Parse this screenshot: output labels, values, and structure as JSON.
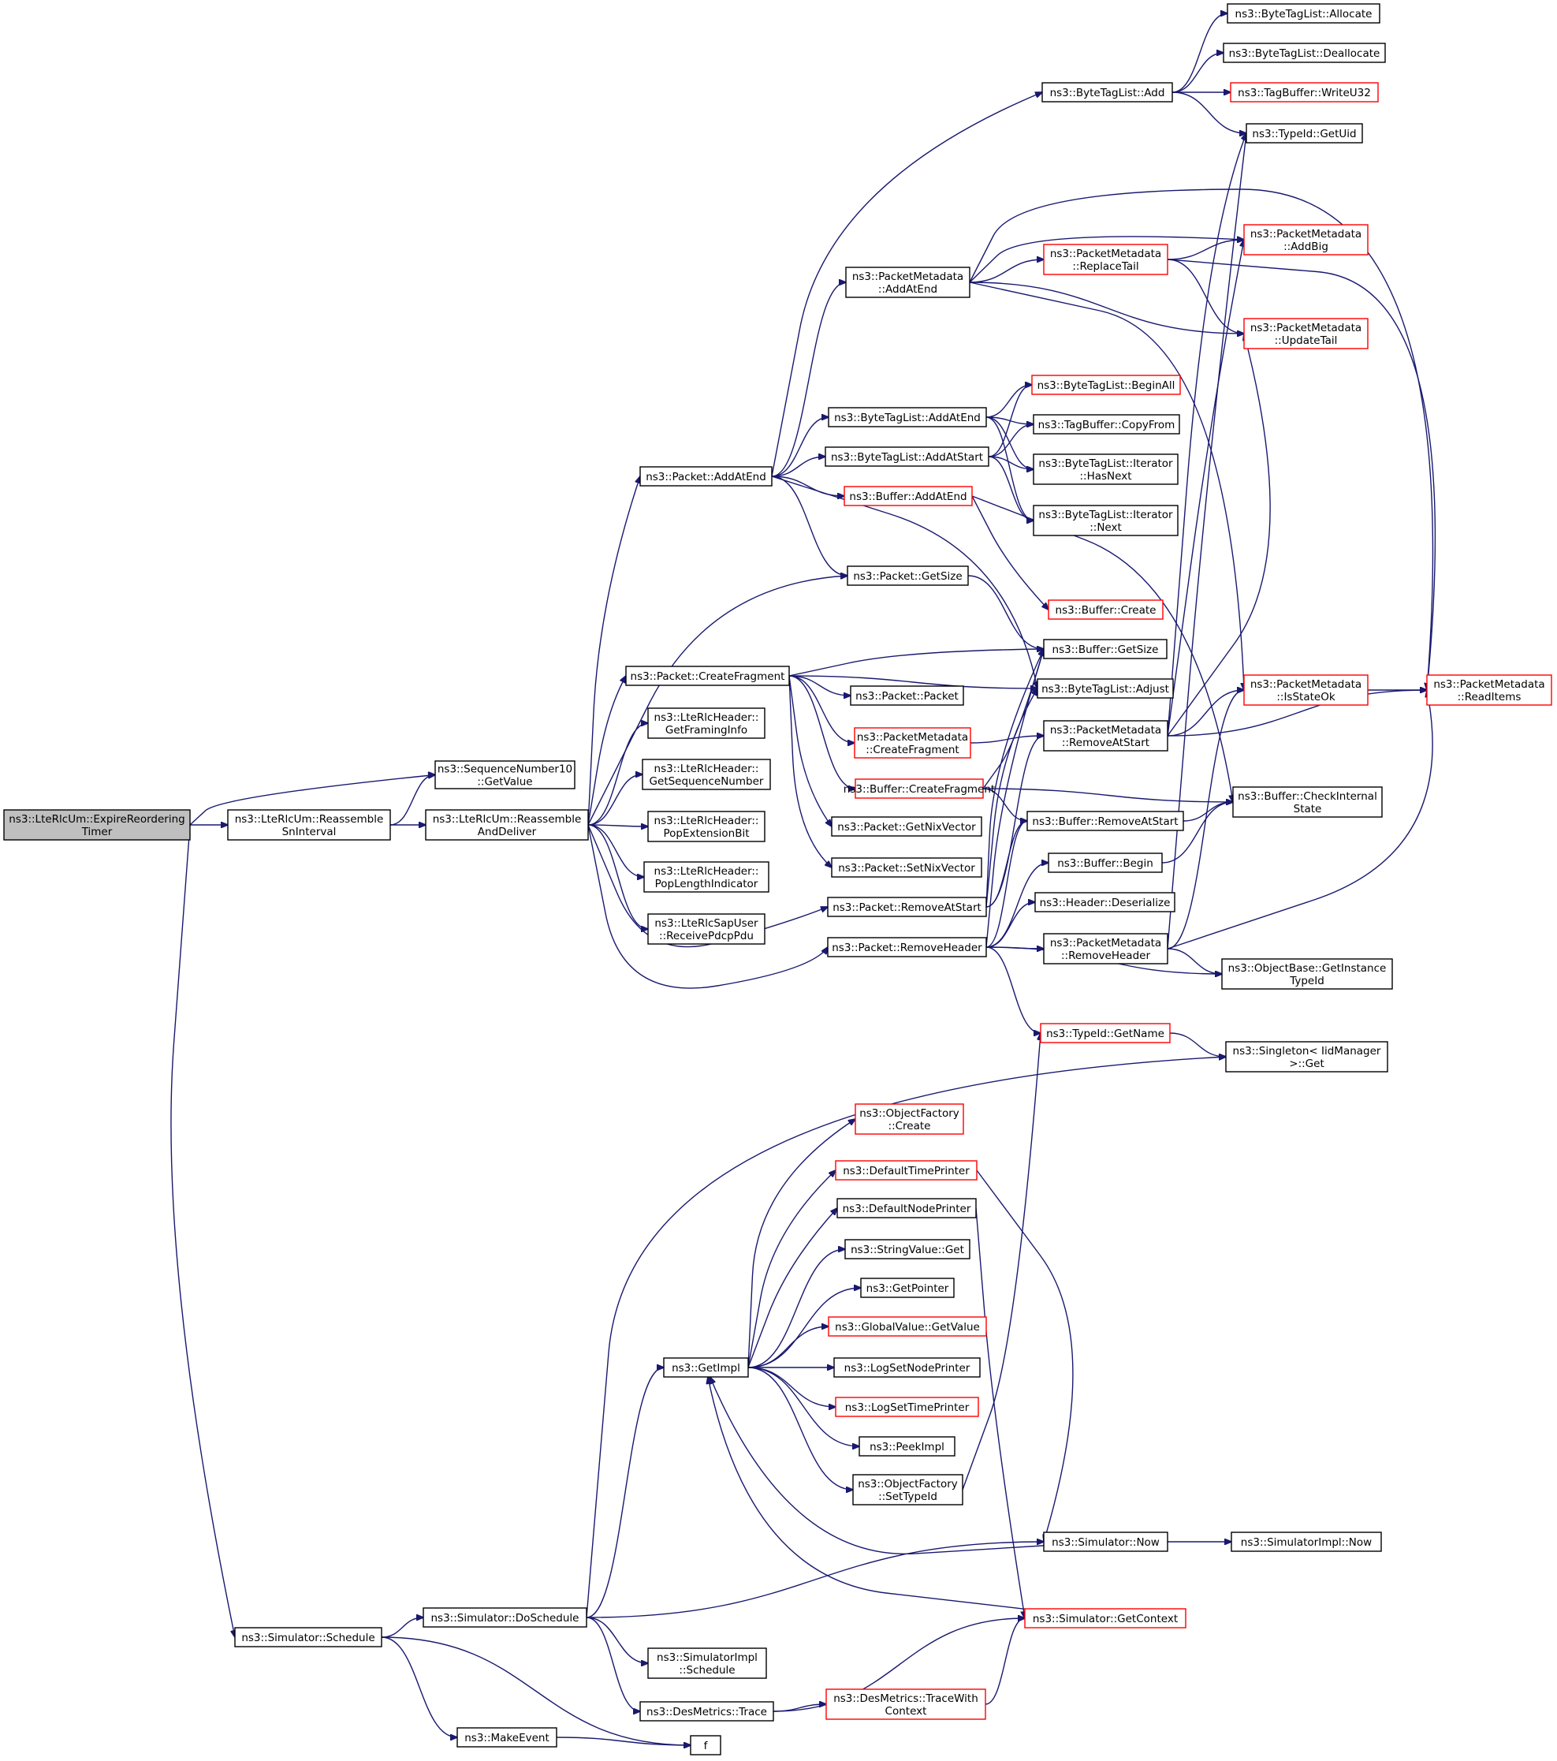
{
  "diagram": {
    "type": "call-graph",
    "colors": {
      "edge": "#191970",
      "root_fill": "#bfbfbf",
      "truncated_border": "#ff0000",
      "node_border": "#000000"
    },
    "nodes": [
      {
        "id": "expire",
        "lines": [
          "ns3::LteRlcUm::ExpireReordering",
          "Timer"
        ],
        "style": "root"
      },
      {
        "id": "seqget",
        "lines": [
          "ns3::SequenceNumber10",
          "::GetValue"
        ],
        "style": "normal"
      },
      {
        "id": "reasm",
        "lines": [
          "ns3::LteRlcUm::Reassemble",
          "SnInterval"
        ],
        "style": "normal"
      },
      {
        "id": "deliver",
        "lines": [
          "ns3::LteRlcUm::Reassemble",
          "AndDeliver"
        ],
        "style": "normal"
      },
      {
        "id": "sched",
        "lines": [
          "ns3::Simulator::Schedule"
        ],
        "style": "normal"
      },
      {
        "id": "pkaddend",
        "lines": [
          "ns3::Packet::AddAtEnd"
        ],
        "style": "normal"
      },
      {
        "id": "pkfrag",
        "lines": [
          "ns3::Packet::CreateFragment"
        ],
        "style": "normal"
      },
      {
        "id": "hdrframing",
        "lines": [
          "ns3::LteRlcHeader::",
          "GetFramingInfo"
        ],
        "style": "normal"
      },
      {
        "id": "hdrseq",
        "lines": [
          "ns3::LteRlcHeader::",
          "GetSequenceNumber"
        ],
        "style": "normal"
      },
      {
        "id": "hdrpopext",
        "lines": [
          "ns3::LteRlcHeader::",
          "PopExtensionBit"
        ],
        "style": "normal"
      },
      {
        "id": "hdrpoplen",
        "lines": [
          "ns3::LteRlcHeader::",
          "PopLengthIndicator"
        ],
        "style": "normal"
      },
      {
        "id": "sapuser",
        "lines": [
          "ns3::LteRlcSapUser",
          "::ReceivePdcpPdu"
        ],
        "style": "normal"
      },
      {
        "id": "btladd",
        "lines": [
          "ns3::ByteTagList::Add"
        ],
        "style": "normal"
      },
      {
        "id": "pmaddend",
        "lines": [
          "ns3::PacketMetadata",
          "::AddAtEnd"
        ],
        "style": "normal"
      },
      {
        "id": "btladdend",
        "lines": [
          "ns3::ByteTagList::AddAtEnd"
        ],
        "style": "normal"
      },
      {
        "id": "btladdstart",
        "lines": [
          "ns3::ByteTagList::AddAtStart"
        ],
        "style": "normal"
      },
      {
        "id": "bufaddend",
        "lines": [
          "ns3::Buffer::AddAtEnd"
        ],
        "style": "red"
      },
      {
        "id": "pkgetsize",
        "lines": [
          "ns3::Packet::GetSize"
        ],
        "style": "normal"
      },
      {
        "id": "pkpacket",
        "lines": [
          "ns3::Packet::Packet"
        ],
        "style": "normal"
      },
      {
        "id": "pmcreatefrag",
        "lines": [
          "ns3::PacketMetadata",
          "::CreateFragment"
        ],
        "style": "red"
      },
      {
        "id": "bufcreatefrag",
        "lines": [
          "ns3::Buffer::CreateFragment"
        ],
        "style": "red"
      },
      {
        "id": "pkgetnix",
        "lines": [
          "ns3::Packet::GetNixVector"
        ],
        "style": "normal"
      },
      {
        "id": "pksetnix",
        "lines": [
          "ns3::Packet::SetNixVector"
        ],
        "style": "normal"
      },
      {
        "id": "pkremstart",
        "lines": [
          "ns3::Packet::RemoveAtStart"
        ],
        "style": "normal"
      },
      {
        "id": "pkremhdr",
        "lines": [
          "ns3::Packet::RemoveHeader"
        ],
        "style": "normal"
      },
      {
        "id": "btlalloc",
        "lines": [
          "ns3::ByteTagList::Allocate"
        ],
        "style": "normal"
      },
      {
        "id": "btldealloc",
        "lines": [
          "ns3::ByteTagList::Deallocate"
        ],
        "style": "normal"
      },
      {
        "id": "tbwrite",
        "lines": [
          "ns3::TagBuffer::WriteU32"
        ],
        "style": "red"
      },
      {
        "id": "typeuid",
        "lines": [
          "ns3::TypeId::GetUid"
        ],
        "style": "normal"
      },
      {
        "id": "pmaddbig",
        "lines": [
          "ns3::PacketMetadata",
          "::AddBig"
        ],
        "style": "red"
      },
      {
        "id": "pmreptail",
        "lines": [
          "ns3::PacketMetadata",
          "::ReplaceTail"
        ],
        "style": "red"
      },
      {
        "id": "pmupdtail",
        "lines": [
          "ns3::PacketMetadata",
          "::UpdateTail"
        ],
        "style": "red"
      },
      {
        "id": "btlbeginall",
        "lines": [
          "ns3::ByteTagList::BeginAll"
        ],
        "style": "red"
      },
      {
        "id": "tbcopy",
        "lines": [
          "ns3::TagBuffer::CopyFrom"
        ],
        "style": "normal"
      },
      {
        "id": "btlithas",
        "lines": [
          "ns3::ByteTagList::Iterator",
          "::HasNext"
        ],
        "style": "normal"
      },
      {
        "id": "btlitnext",
        "lines": [
          "ns3::ByteTagList::Iterator",
          "::Next"
        ],
        "style": "normal"
      },
      {
        "id": "bufcreate",
        "lines": [
          "ns3::Buffer::Create"
        ],
        "style": "red"
      },
      {
        "id": "bufgetsize",
        "lines": [
          "ns3::Buffer::GetSize"
        ],
        "style": "normal"
      },
      {
        "id": "btladjust",
        "lines": [
          "ns3::ByteTagList::Adjust"
        ],
        "style": "normal"
      },
      {
        "id": "pmremstart",
        "lines": [
          "ns3::PacketMetadata",
          "::RemoveAtStart"
        ],
        "style": "normal"
      },
      {
        "id": "pmisok",
        "lines": [
          "ns3::PacketMetadata",
          "::IsStateOk"
        ],
        "style": "red"
      },
      {
        "id": "pmread",
        "lines": [
          "ns3::PacketMetadata",
          "::ReadItems"
        ],
        "style": "red"
      },
      {
        "id": "bufcheck",
        "lines": [
          "ns3::Buffer::CheckInternal",
          "State"
        ],
        "style": "normal"
      },
      {
        "id": "bufremstart",
        "lines": [
          "ns3::Buffer::RemoveAtStart"
        ],
        "style": "normal"
      },
      {
        "id": "bufbegin",
        "lines": [
          "ns3::Buffer::Begin"
        ],
        "style": "normal"
      },
      {
        "id": "hdrdeser",
        "lines": [
          "ns3::Header::Deserialize"
        ],
        "style": "normal"
      },
      {
        "id": "pmremhdr",
        "lines": [
          "ns3::PacketMetadata",
          "::RemoveHeader"
        ],
        "style": "normal"
      },
      {
        "id": "objinst",
        "lines": [
          "ns3::ObjectBase::GetInstance",
          "TypeId"
        ],
        "style": "normal"
      },
      {
        "id": "typename",
        "lines": [
          "ns3::TypeId::GetName"
        ],
        "style": "red"
      },
      {
        "id": "singleton",
        "lines": [
          "ns3::Singleton< IidManager",
          " >::Get"
        ],
        "style": "normal"
      },
      {
        "id": "objfcreate",
        "lines": [
          "ns3::ObjectFactory",
          "::Create"
        ],
        "style": "red"
      },
      {
        "id": "deftime",
        "lines": [
          "ns3::DefaultTimePrinter"
        ],
        "style": "red"
      },
      {
        "id": "defnode",
        "lines": [
          "ns3::DefaultNodePrinter"
        ],
        "style": "normal"
      },
      {
        "id": "strget",
        "lines": [
          "ns3::StringValue::Get"
        ],
        "style": "normal"
      },
      {
        "id": "getptr",
        "lines": [
          "ns3::GetPointer"
        ],
        "style": "normal"
      },
      {
        "id": "gvget",
        "lines": [
          "ns3::GlobalValue::GetValue"
        ],
        "style": "red"
      },
      {
        "id": "getimpl",
        "lines": [
          "ns3::GetImpl"
        ],
        "style": "normal"
      },
      {
        "id": "lognode",
        "lines": [
          "ns3::LogSetNodePrinter"
        ],
        "style": "normal"
      },
      {
        "id": "logtime",
        "lines": [
          "ns3::LogSetTimePrinter"
        ],
        "style": "red"
      },
      {
        "id": "peekimpl",
        "lines": [
          "ns3::PeekImpl"
        ],
        "style": "normal"
      },
      {
        "id": "objfset",
        "lines": [
          "ns3::ObjectFactory",
          "::SetTypeId"
        ],
        "style": "normal"
      },
      {
        "id": "simnow",
        "lines": [
          "ns3::Simulator::Now"
        ],
        "style": "normal"
      },
      {
        "id": "simimplnow",
        "lines": [
          "ns3::SimulatorImpl::Now"
        ],
        "style": "normal"
      },
      {
        "id": "dosched",
        "lines": [
          "ns3::Simulator::DoSchedule"
        ],
        "style": "normal"
      },
      {
        "id": "getctx",
        "lines": [
          "ns3::Simulator::GetContext"
        ],
        "style": "red"
      },
      {
        "id": "simimplsched",
        "lines": [
          "ns3::SimulatorImpl",
          "::Schedule"
        ],
        "style": "normal"
      },
      {
        "id": "destrace",
        "lines": [
          "ns3::DesMetrics::Trace"
        ],
        "style": "normal"
      },
      {
        "id": "destracectx",
        "lines": [
          "ns3::DesMetrics::TraceWith",
          "Context"
        ],
        "style": "red"
      },
      {
        "id": "makeevent",
        "lines": [
          "ns3::MakeEvent"
        ],
        "style": "normal"
      },
      {
        "id": "f",
        "lines": [
          "f"
        ],
        "style": "normal"
      }
    ]
  }
}
